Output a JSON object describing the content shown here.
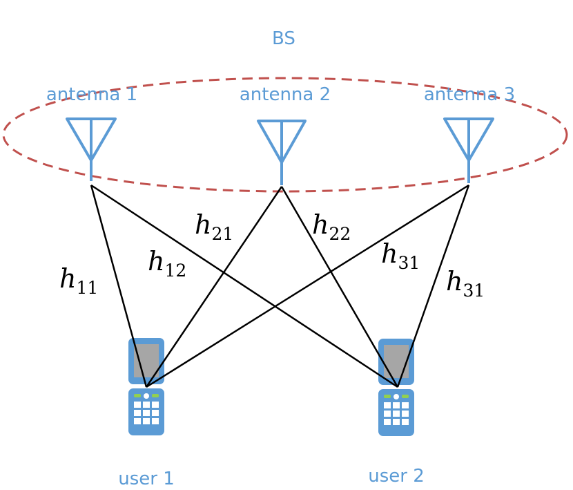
{
  "bs_label": "BS",
  "antennas": [
    {
      "label": "antenna 1"
    },
    {
      "label": "antenna 2"
    },
    {
      "label": "antenna 3"
    }
  ],
  "users": [
    {
      "label": "user 1"
    },
    {
      "label": "user 2"
    }
  ],
  "channels": [
    {
      "symbol": "h",
      "sub": "11"
    },
    {
      "symbol": "h",
      "sub": "12"
    },
    {
      "symbol": "h",
      "sub": "21"
    },
    {
      "symbol": "h",
      "sub": "22"
    },
    {
      "symbol": "h",
      "sub": "31"
    },
    {
      "symbol": "h",
      "sub": "31"
    }
  ],
  "colors": {
    "antenna": "#5b9bd5",
    "ellipse": "#c0504d",
    "links": "#000000",
    "phone_body": "#5b9bd5",
    "phone_screen": "#a6a6a6"
  }
}
